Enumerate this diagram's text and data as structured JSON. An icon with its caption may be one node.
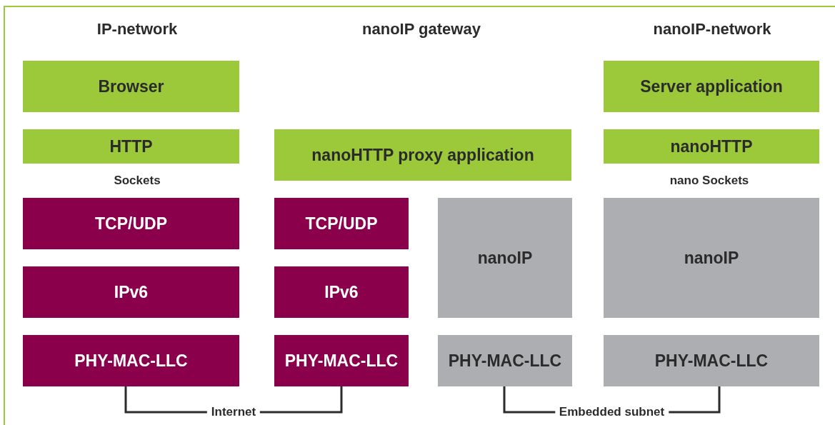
{
  "diagram": {
    "nodes": [
      {
        "text": [
          "Browser"
        ]
      },
      {
        "text": [
          "HTTP"
        ]
      },
      {
        "text": [
          "TCP/UDP"
        ]
      },
      {
        "text": [
          "IPv6"
        ]
      },
      {
        "text": [
          "PHY-MAC-LLC"
        ]
      },
      {
        "text": [
          "nanoHTTP proxy application"
        ]
      },
      {
        "text": [
          "TCP/UDP"
        ]
      },
      {
        "text": [
          "IPv6"
        ]
      },
      {
        "text": [
          "PHY-MAC-LLC"
        ]
      },
      {
        "text": [
          "nanoIP"
        ]
      },
      {
        "text": [
          "PHY-MAC-LLC"
        ]
      },
      {
        "text": [
          "Server application"
        ]
      },
      {
        "text": [
          "nanoHTTP"
        ]
      },
      {
        "text": [
          "nanoIP"
        ]
      },
      {
        "text": [
          "PHY-MAC-LLC"
        ]
      }
    ],
    "edges": [
      {
        "from": 4,
        "to": 8,
        "arrow": "none",
        "label": "Internet"
      },
      {
        "from": 10,
        "to": 14,
        "arrow": "none",
        "label": "Embedded subnet"
      }
    ],
    "labels": [
      "IP-network",
      "nanoIP gateway",
      "nanoIP-network",
      "Sockets",
      "nano Sockets"
    ]
  }
}
